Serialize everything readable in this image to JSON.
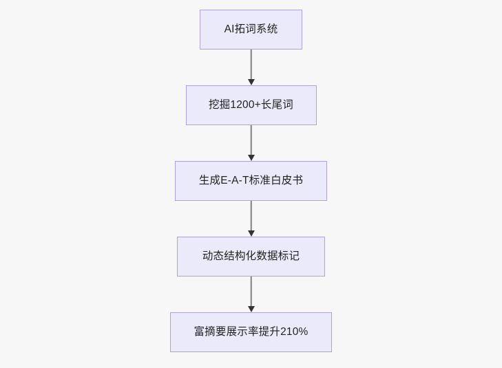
{
  "diagram": {
    "type": "flowchart",
    "direction": "top-to-bottom",
    "background_color": "#f7f7f7",
    "node_fill_color": "#ebeafa",
    "node_border_color": "#b0a0dd",
    "node_text_color": "#1f2020",
    "connector_line_color": "#808080",
    "connector_arrow_color": "#333333",
    "nodes": [
      {
        "id": "n1",
        "label": "AI拓词系统"
      },
      {
        "id": "n2",
        "label": "挖掘1200+长尾词"
      },
      {
        "id": "n3",
        "label": "生成E-A-T标准白皮书"
      },
      {
        "id": "n4",
        "label": "动态结构化数据标记"
      },
      {
        "id": "n5",
        "label": "富摘要展示率提升210%"
      }
    ],
    "edges": [
      {
        "from": "n1",
        "to": "n2",
        "label": ""
      },
      {
        "from": "n2",
        "to": "n3",
        "label": ""
      },
      {
        "from": "n3",
        "to": "n4",
        "label": ""
      },
      {
        "from": "n4",
        "to": "n5",
        "label": ""
      }
    ]
  }
}
